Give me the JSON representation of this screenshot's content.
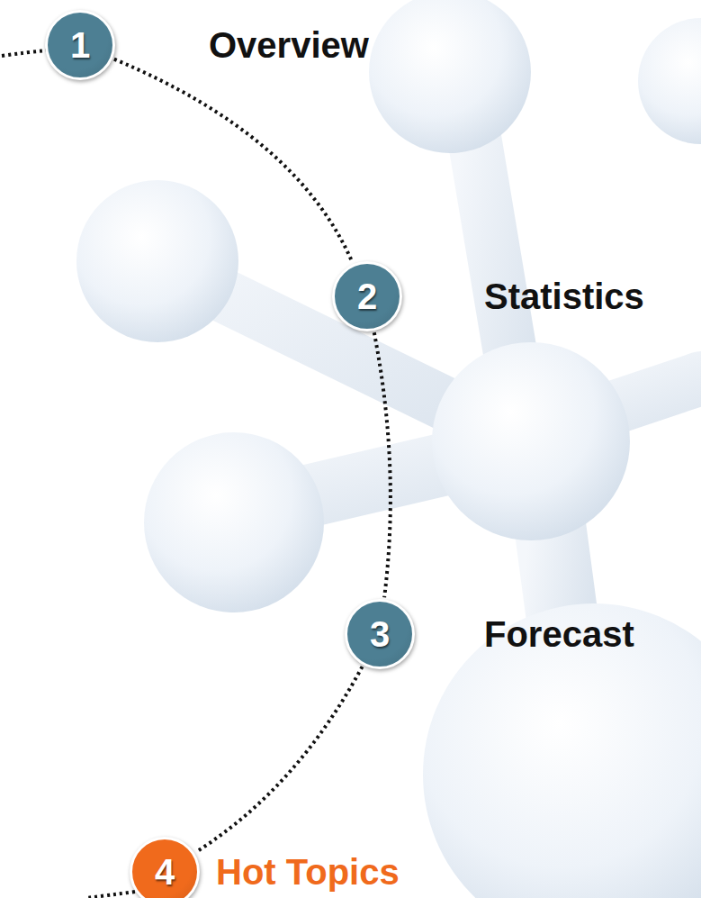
{
  "diagram": {
    "nodes": [
      {
        "text": [
          "1",
          "Overview"
        ]
      },
      {
        "text": [
          "2",
          "Statistics"
        ]
      },
      {
        "text": [
          "3",
          "Forecast"
        ]
      },
      {
        "text": [
          "4",
          "Hot Topics"
        ]
      }
    ],
    "edges": [
      {
        "from": 0,
        "to": 1,
        "arrow": "none"
      },
      {
        "from": 1,
        "to": 2,
        "arrow": "none"
      },
      {
        "from": 2,
        "to": 3,
        "arrow": "none"
      }
    ]
  }
}
